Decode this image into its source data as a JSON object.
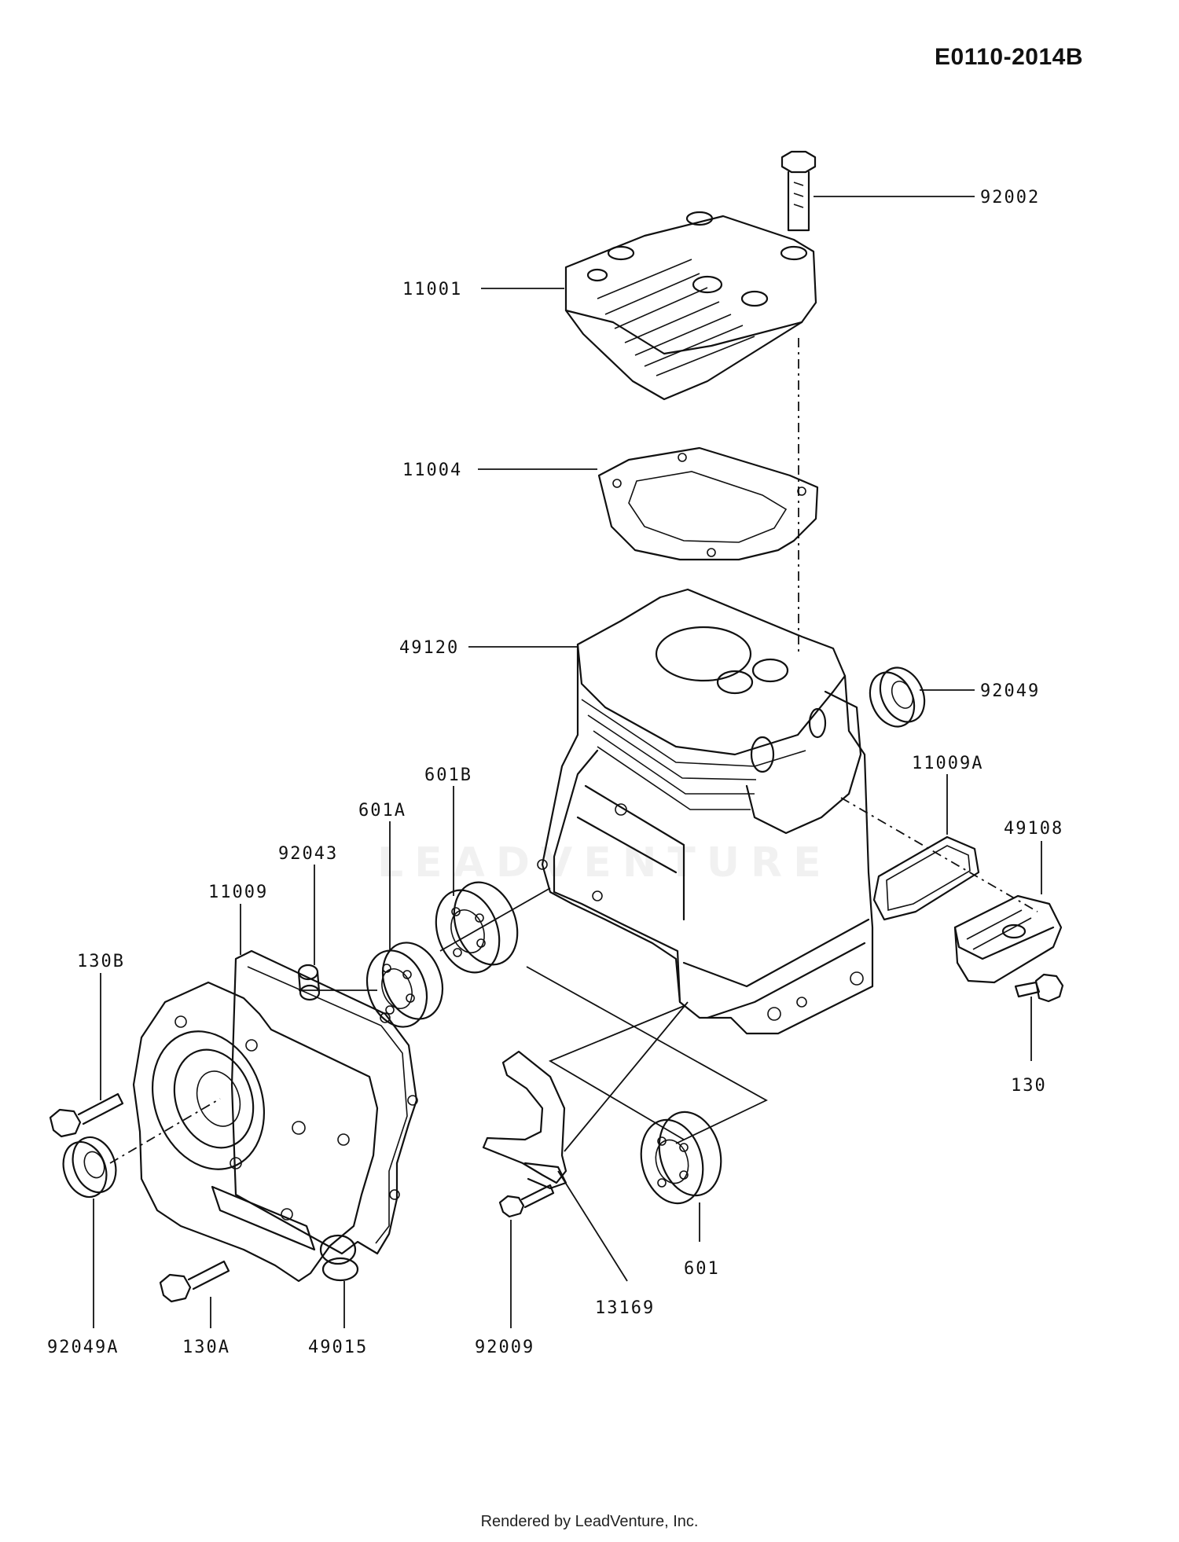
{
  "diagram": {
    "code": "E0110-2014B",
    "footer": "Rendered by LeadVenture, Inc.",
    "watermark": "LEADVENTURE",
    "callouts": {
      "p92002": "92002",
      "p11001": "11001",
      "p11004": "11004",
      "p49120": "49120",
      "p92049": "92049",
      "p11009A": "11009A",
      "p49108": "49108",
      "p601B": "601B",
      "p601A": "601A",
      "p92043": "92043",
      "p11009": "11009",
      "p130B": "130B",
      "p130": "130",
      "p601": "601",
      "p13169": "13169",
      "p92049A": "92049A",
      "p130A": "130A",
      "p49015": "49015",
      "p92009": "92009"
    }
  }
}
